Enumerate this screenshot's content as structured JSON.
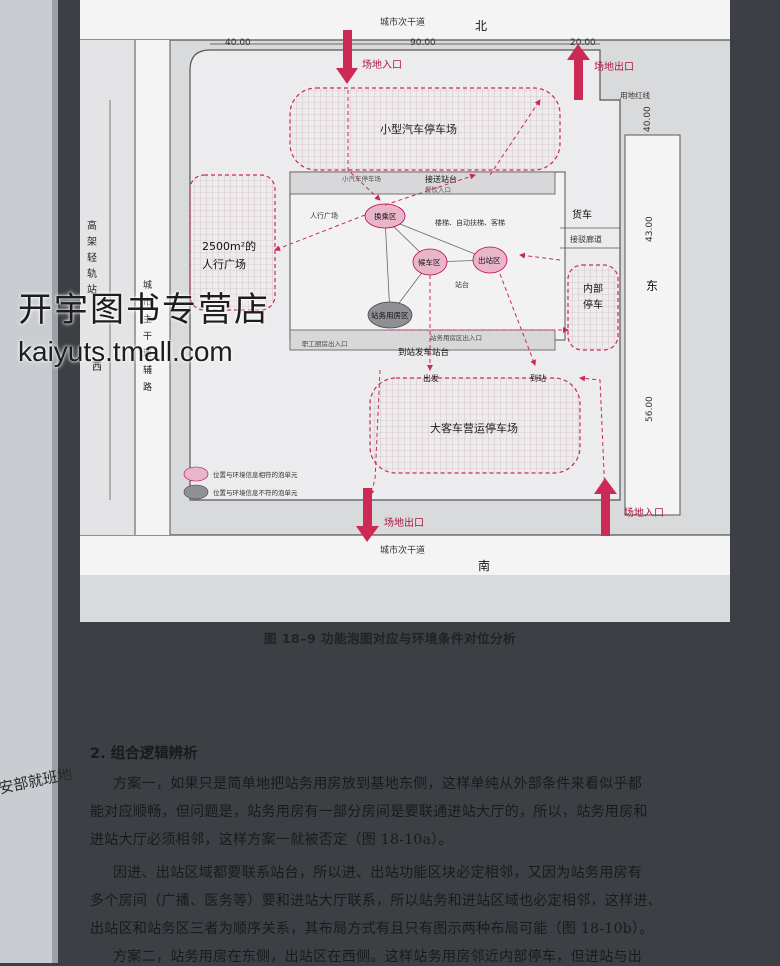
{
  "left_page": {
    "snippet": "安部就班地"
  },
  "figure": {
    "labels": {
      "road_north": "城市次干道",
      "north": "北",
      "dim_40": "40.00",
      "dim_90": "90.00",
      "dim_20": "20.00",
      "site_entrance_top": "场地入口",
      "site_exit_top": "场地出口",
      "site_redline": "用地红线",
      "dim_40_right": "40.00",
      "small_car_parking": "小型汽车停车场",
      "small_car_stop": "小汽车停车场",
      "shuttle_stop": "接送站台",
      "dining_entrance": "餐饮入口",
      "pedestrian_plaza_small": "人行广场",
      "transfer_area": "换乘区",
      "stairs": "楼梯、自动扶梯、客梯",
      "cargo": "货车",
      "unload_corridor": "接驳廊道",
      "plaza_area": "2500m²的",
      "plaza": "人行广场",
      "waiting_area": "候车区",
      "exit_area": "出站区",
      "platform": "站台",
      "dim_43": "43.00",
      "east": "东",
      "internal_parking_1": "内部",
      "internal_parking_2": "停车",
      "elevated_rail": "高架轻轨站",
      "west": "西",
      "city_road_aux": "城市主干道辅路",
      "station_house": "站务用房区",
      "staff_entrance": "职工厨房出入口",
      "station_house_entrance": "站务用房区出入口",
      "departure_platform": "到站发车站台",
      "depart": "出发",
      "arrive": "到站",
      "bus_parking": "大客车营运停车场",
      "dim_56": "56.00",
      "legend_match": "位置与环境信息相符的泡单元",
      "legend_mismatch": "位置与环境信息不符的泡单元",
      "site_exit_bottom": "场地出口",
      "site_entrance_bottom": "场地入口",
      "road_south": "城市次干道",
      "south": "南"
    },
    "colors": {
      "arrow": "#cc2a55",
      "bubble_match": "#e9b6c9",
      "bubble_mismatch": "#8e9093",
      "road": "#ffffff"
    }
  },
  "caption": "图 18–9   功能泡图对应与环境条件对位分析",
  "heading": "2. 组合逻辑辨析",
  "paragraphs": [
    "方案一，如果只是简单地把站务用房放到基地东侧，这样单纯从外部条件来看似乎都",
    "能对应顺畅，但问题是，站务用房有一部分房间是要联通进站大厅的，所以，站务用房和",
    "进站大厅必须相邻，这样方案一就被否定（图 18-10a）。",
    "因进、出站区域都要联系站台，所以进、出站功能区块必定相邻，又因为站务用房有",
    "多个房间（广播、医务等）要和进站大厅联系，所以站务和进站区域也必定相邻，这样进、",
    "出站区和站务区三者为顺序关系，其布局方式有且只有图示两种布局可能（图 18-10b）。",
    "方案二，站务用房在东侧，出站区在西侧。这样站务用房邻近内部停车，但进站与出"
  ],
  "watermark": {
    "line1": "开宇图书专营店",
    "line2": "kaiyuts.tmall.com"
  }
}
